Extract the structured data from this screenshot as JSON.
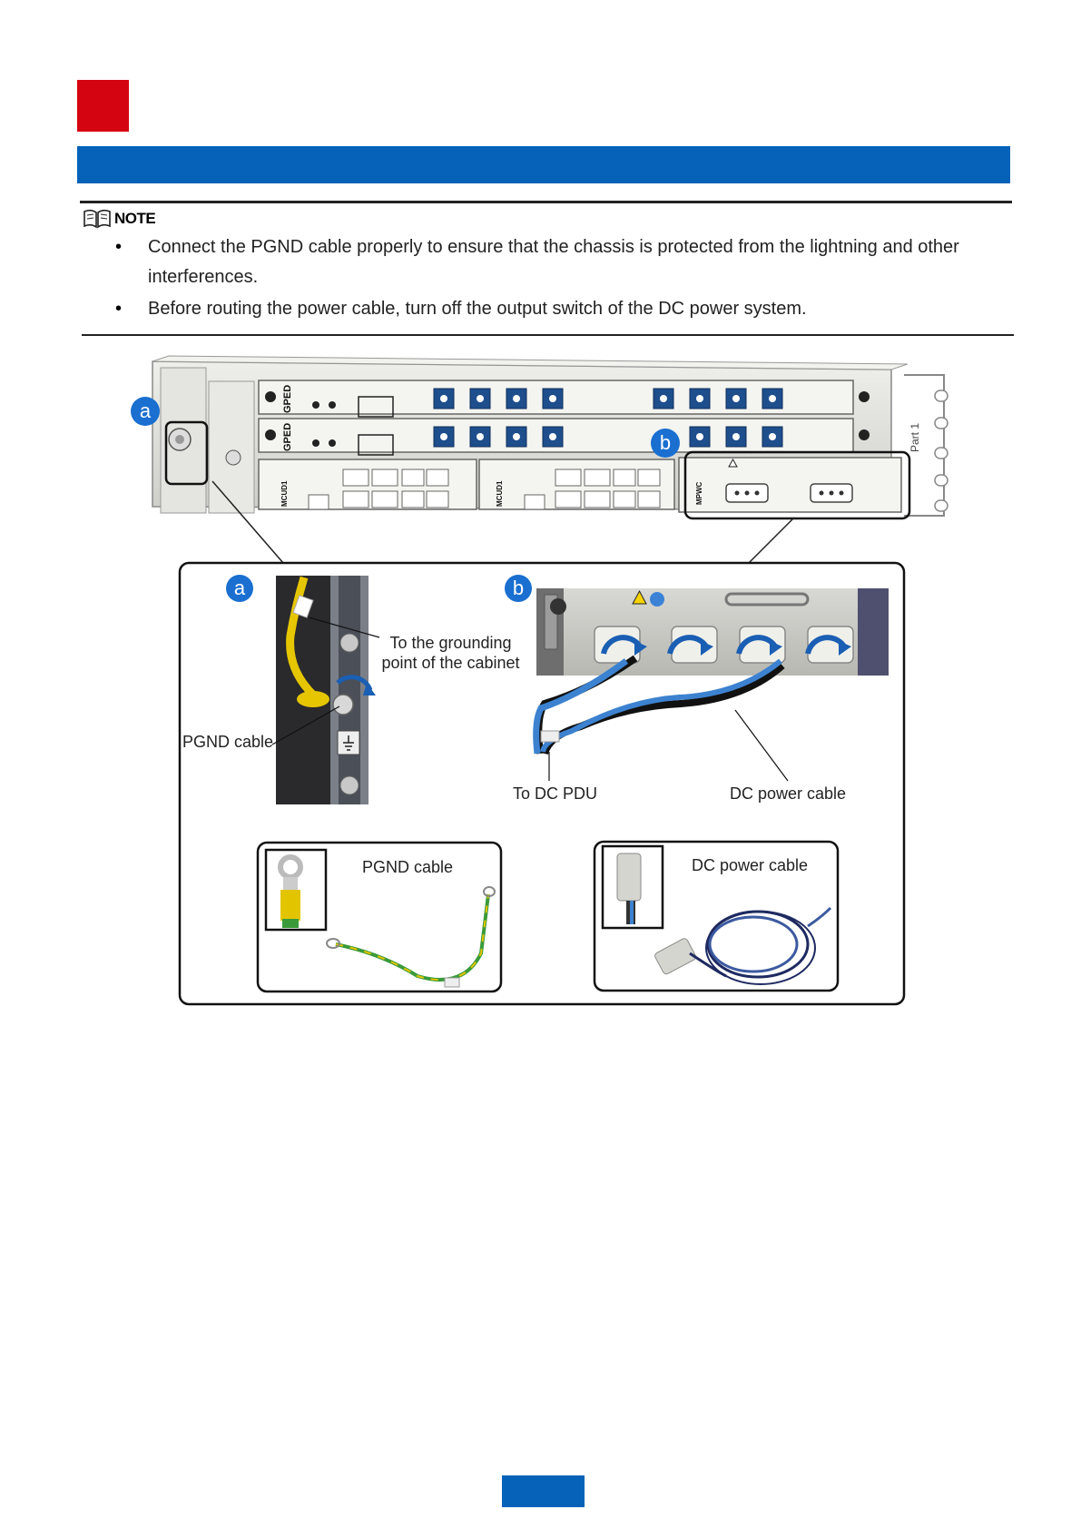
{
  "note": {
    "heading": "NOTE",
    "items": [
      "Connect the PGND cable properly to ensure that the chassis is protected from the lightning and other interferences.",
      "Before routing the power cable, turn off the output switch of the DC power system."
    ]
  },
  "figure": {
    "callout_a": "a",
    "callout_b": "b",
    "labels": {
      "grounding_point": "To the grounding point of the cabinet",
      "pgnd_cable_detail": "PGND cable",
      "to_dc_pdu": "To DC PDU",
      "dc_power_cable_detail": "DC power cable",
      "pgnd_cable_photo": "PGND cable",
      "dc_power_cable_photo": "DC power cable"
    },
    "chassis": {
      "board_label": "GPED",
      "board_label_2": "GPED",
      "control_board": "MCUD1",
      "control_board_2": "MCUD1",
      "power_board": "MPWC",
      "part_label": "Part 1"
    }
  },
  "colors": {
    "accent_blue": "#0562b8",
    "accent_red": "#d40511"
  }
}
